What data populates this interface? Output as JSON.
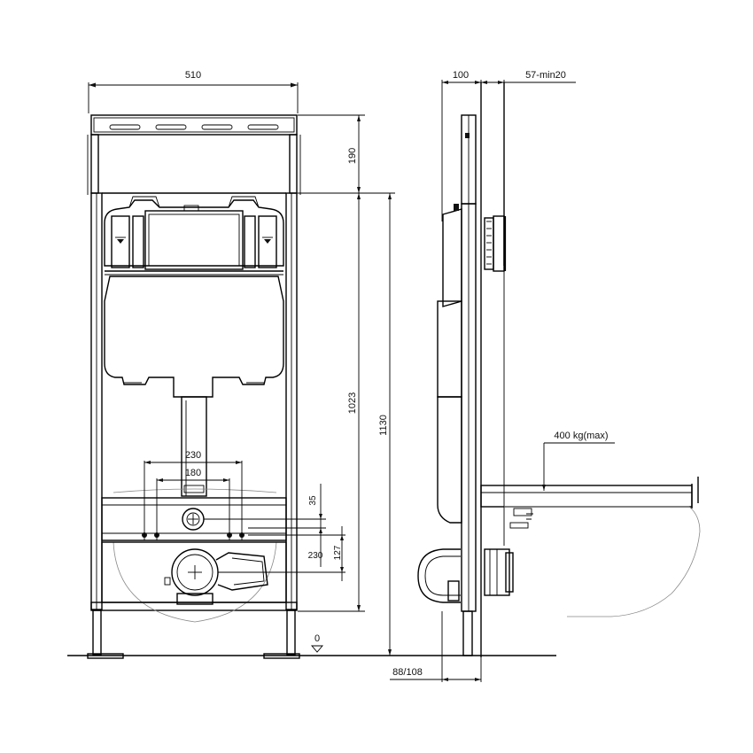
{
  "front_view": {
    "width_label": "510",
    "dim_190": "190",
    "dim_1023": "1023",
    "dim_1130": "1130",
    "dim_230_top": "230",
    "dim_180": "180",
    "dim_35": "35",
    "dim_127": "127",
    "dim_230_side": "230",
    "floor_label": "0"
  },
  "side_view": {
    "depth_label": "100",
    "wall_label": "57-min20",
    "load_label": "400 kg(max)",
    "foot_label": "88/108"
  }
}
